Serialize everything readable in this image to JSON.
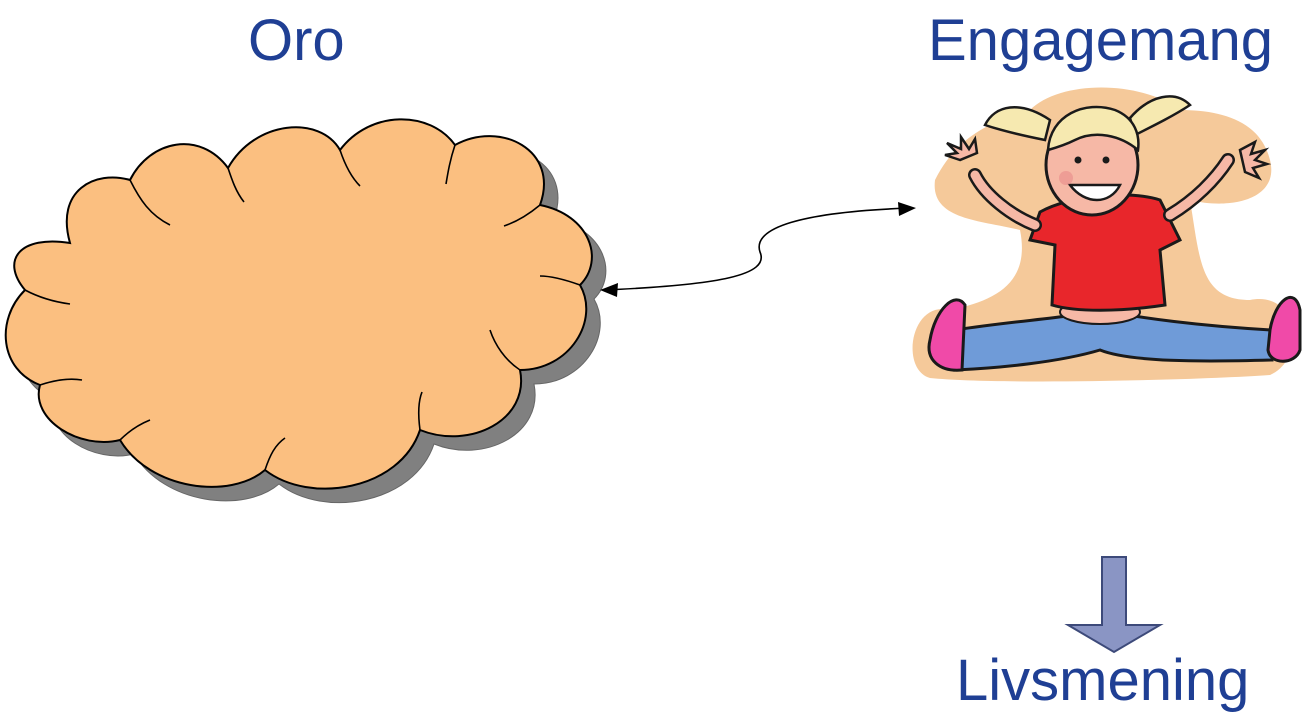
{
  "labels": {
    "left": "Oro",
    "right": "Engagemang",
    "bottom": "Livsmening"
  },
  "colors": {
    "label_text": "#1f3f94",
    "cloud_fill": "#fbbf80",
    "cloud_shadow": "#808080",
    "down_arrow_fill": "#8a95c4",
    "girl_shirt": "#e8262b",
    "girl_pants": "#6f9bd8",
    "girl_shoes": "#f04aa8",
    "girl_skin": "#f6b8a6",
    "girl_hair": "#f6e9b0"
  },
  "icons": {
    "cloud": "cloud-shape",
    "girl": "jumping-girl-clipart",
    "connector": "double-headed-curved-arrow",
    "down_arrow": "down-arrow"
  }
}
